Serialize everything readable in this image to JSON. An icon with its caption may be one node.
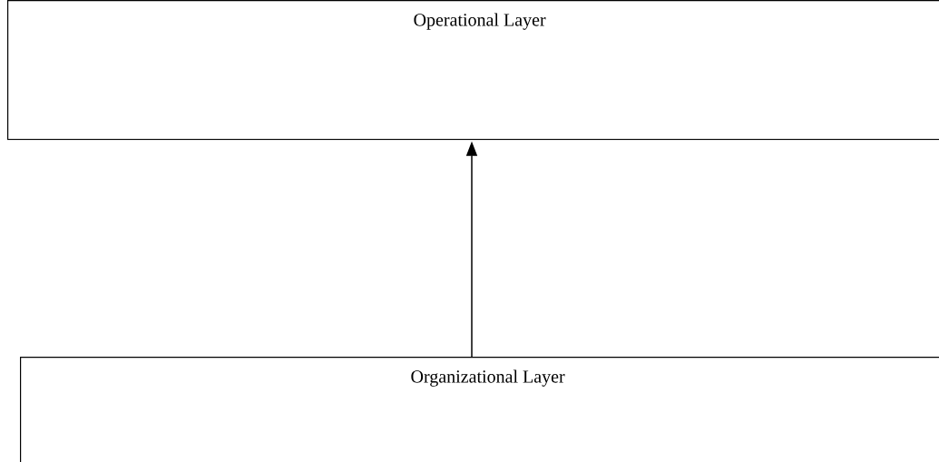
{
  "diagram": {
    "nodes": [
      {
        "text": [
          "Operational Layer"
        ]
      },
      {
        "text": [
          "Organizational Layer"
        ]
      }
    ],
    "edges": [
      {
        "from": 1,
        "to": 0,
        "arrow": "to"
      }
    ]
  }
}
